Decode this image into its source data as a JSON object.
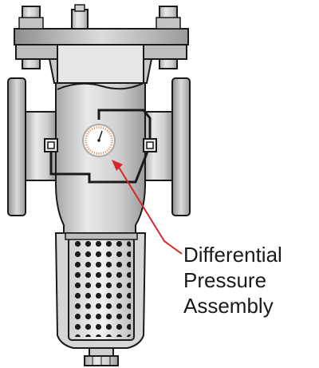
{
  "callout": {
    "lines": [
      "Differential",
      "Pressure",
      "Assembly"
    ]
  },
  "colors": {
    "body_light": "#e4e4e4",
    "body_mid": "#c8c8c8",
    "body_dark": "#9a9a9a",
    "outline": "#1a1a1a",
    "pointer": "#d4282c",
    "gauge_ticks": "#d88a5a"
  },
  "icons": {
    "gauge": "pressure-gauge-icon",
    "port": "pressure-port-icon"
  }
}
